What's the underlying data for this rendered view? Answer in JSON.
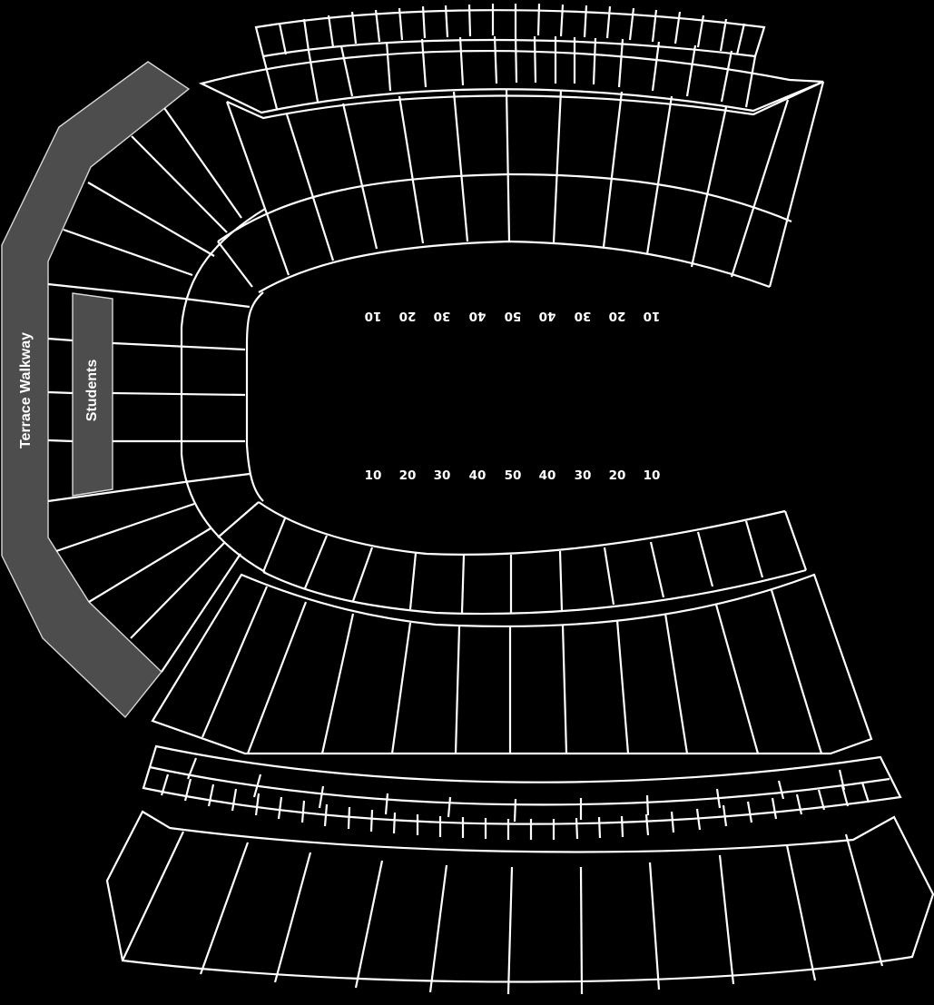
{
  "map": {
    "background": "#000000",
    "line_color": "#ffffff",
    "zone_color": "#4d4d4d"
  },
  "zones": {
    "terrace_walkway": {
      "label": "Terrace Walkway"
    },
    "students": {
      "label": "Students"
    }
  },
  "field": {
    "yard_numbers_top": [
      "10",
      "20",
      "30",
      "40",
      "50",
      "40",
      "30",
      "20",
      "10"
    ],
    "yard_numbers_bottom": [
      "10",
      "20",
      "30",
      "40",
      "50",
      "40",
      "30",
      "20",
      "10"
    ]
  }
}
